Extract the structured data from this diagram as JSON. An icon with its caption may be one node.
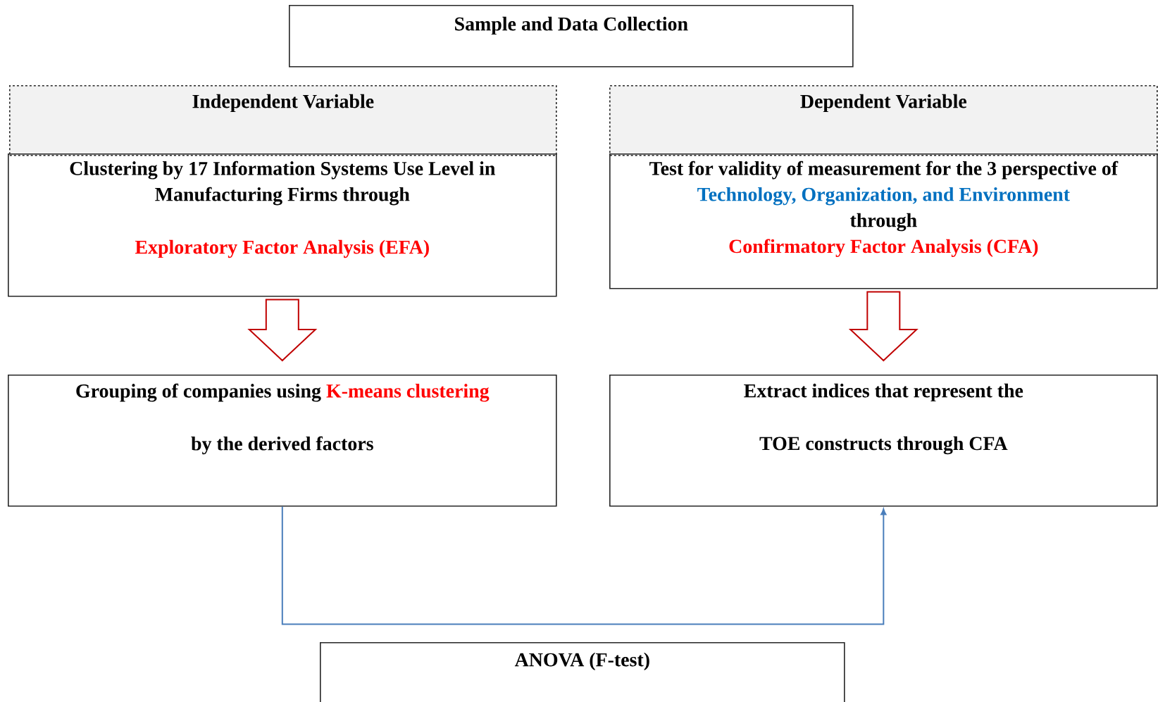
{
  "diagram": {
    "nodes": [
      {
        "text": [
          "Sample and Data Collection"
        ]
      },
      {
        "text": [
          "Independent Variable"
        ]
      },
      {
        "text": [
          "Clustering by 17 Information Systems Use Level in Manufacturing Firms through",
          "Exploratory Factor Analysis (EFA)"
        ]
      },
      {
        "text": [
          "Dependent Variable"
        ]
      },
      {
        "text": [
          "Test for validity of measurement for the 3 perspective of",
          "Technology, Organization, and Environment",
          "through",
          "Confirmatory Factor Analysis (CFA)"
        ]
      },
      {
        "text": [
          "Grouping of companies using",
          "K-means clustering",
          "by the derived factors"
        ]
      },
      {
        "text": [
          "Extract indices that represent the",
          "TOE constructs through CFA"
        ]
      },
      {
        "text": [
          "ANOVA (F-test)"
        ]
      }
    ],
    "edges": [
      {
        "from": 2,
        "to": 5,
        "arrow": "to",
        "color": "#c00000"
      },
      {
        "from": 4,
        "to": 6,
        "arrow": "to",
        "color": "#c00000"
      },
      {
        "from": 5,
        "to": 6,
        "arrow": "to",
        "color": "#4a7ebb"
      }
    ]
  }
}
